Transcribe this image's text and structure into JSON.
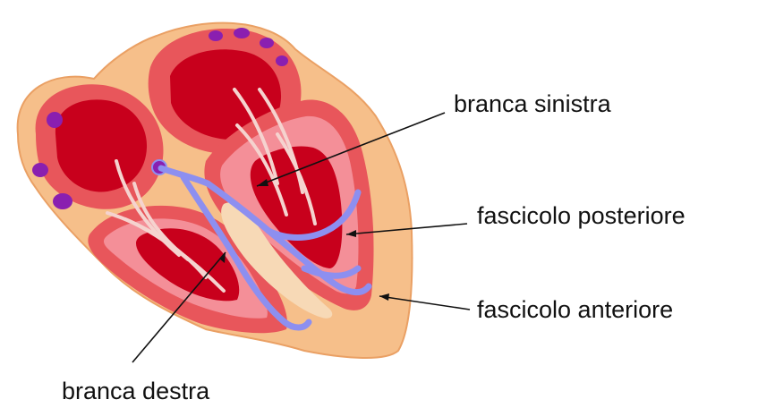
{
  "labels": {
    "branca_sinistra": "branca sinistra",
    "fascicolo_posteriore": "fascicolo posteriore",
    "fascicolo_anteriore": "fascicolo anteriore",
    "branca_destra": "branca destra"
  },
  "colors": {
    "outer_tissue": "#f6bf8a",
    "outer_tissue_edge": "#eaa064",
    "muscle": "#e8565b",
    "muscle_light": "#f48f98",
    "chamber": "#c8001c",
    "chamber_dark": "#a80018",
    "conduction": "#8d8ff0",
    "septum_core": "#f7d9b6",
    "node": "#8a1fb0",
    "fibers": "#f5d3cf",
    "leader": "#111111"
  }
}
